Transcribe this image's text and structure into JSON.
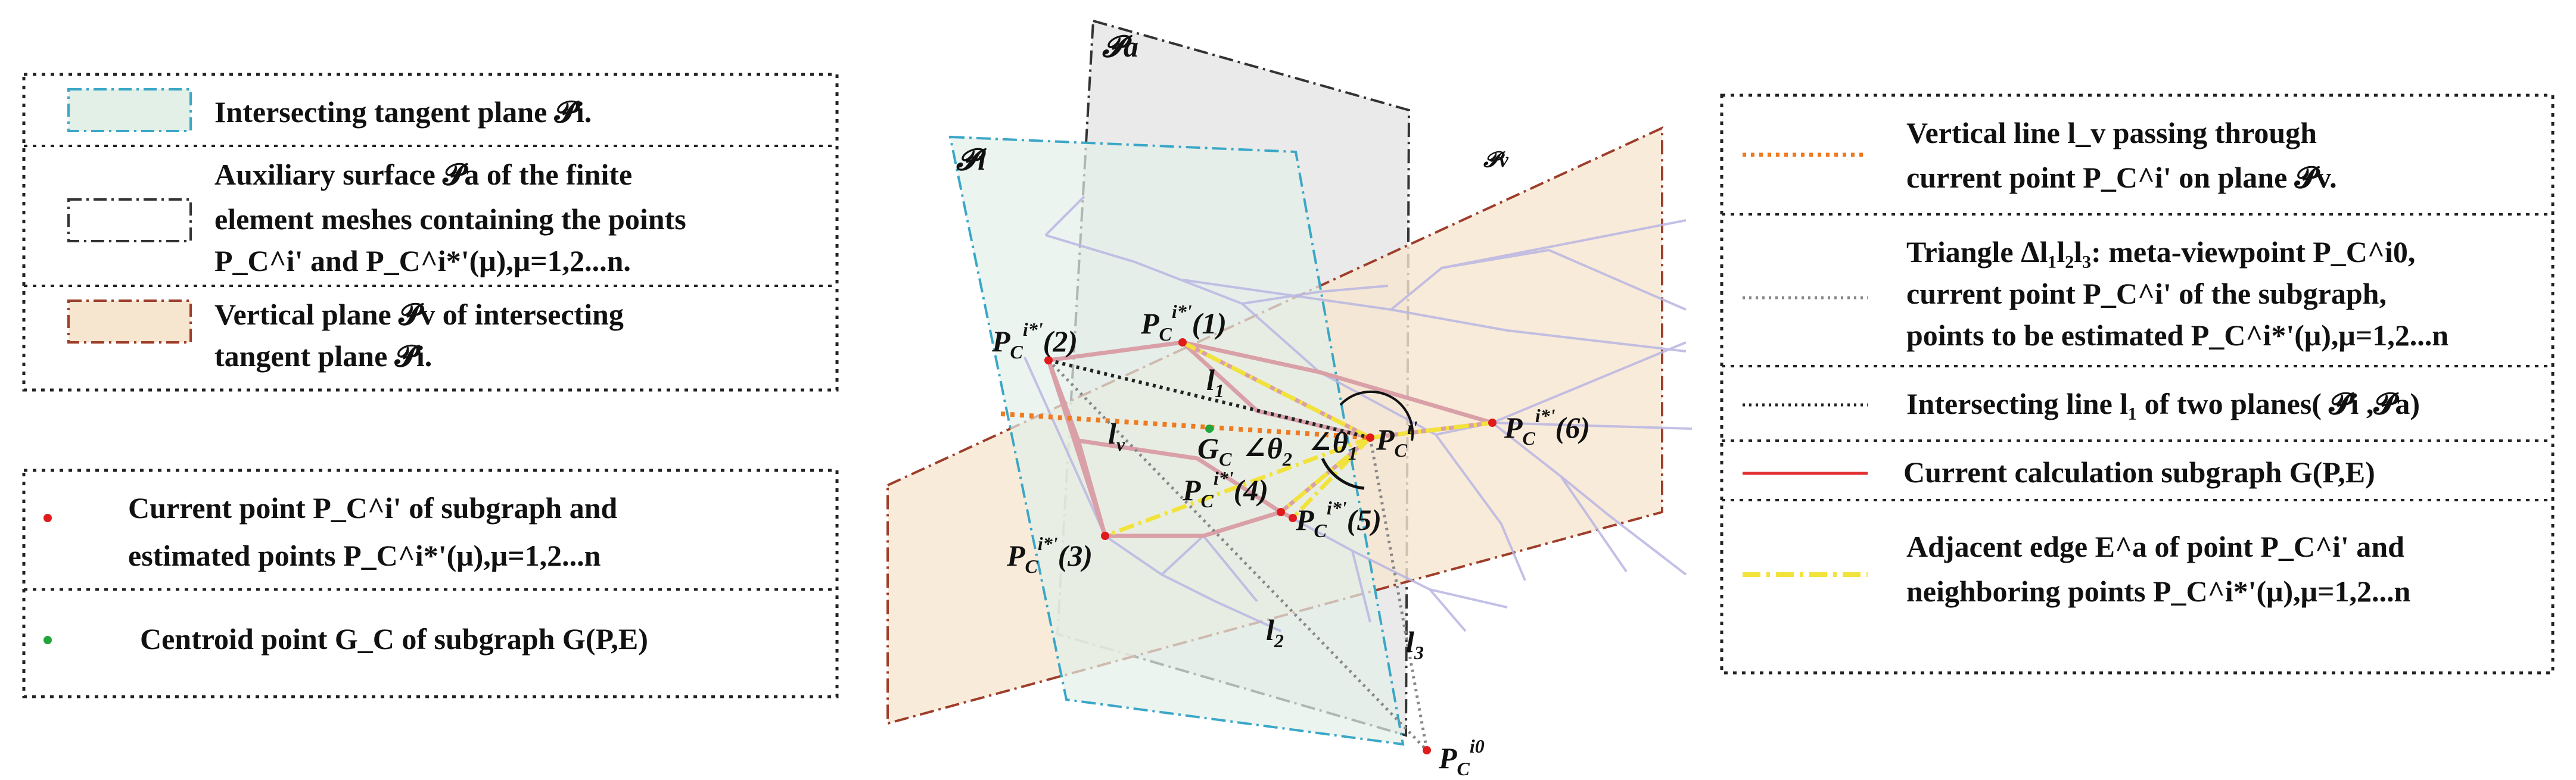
{
  "colors": {
    "tangent_fill": "#e3f0e8",
    "tangent_stroke": "#3aa7c7",
    "aux_fill": "#e6e6e6",
    "aux_stroke": "#333333",
    "vertical_fill": "#f7e6cf",
    "vertical_stroke": "#9e3d2a",
    "mesh": "#b9b6e3",
    "subgraph": "#d9a0a8",
    "current_subgraph": "#e03030",
    "adjacent": "#f2e33c",
    "vertical_line": "#f07a20",
    "triangle_line": "#888888",
    "intersect_line": "#222222",
    "point": "#e01b1b",
    "centroid": "#22a63a"
  },
  "plane_labels": {
    "pa": "𝓟a",
    "pi": "𝓟i",
    "pv": "𝓟v"
  },
  "line_labels": {
    "l1": "l",
    "l1_sub": "1",
    "l2": "l",
    "l2_sub": "2",
    "l3": "l",
    "l3_sub": "3",
    "lv": "l",
    "lv_sub": "v"
  },
  "point_labels": {
    "p1": "(1)",
    "p2": "(2)",
    "p3": "(3)",
    "p4": "(4)",
    "p5": "(5)",
    "p6": "(6)",
    "pc_base": "P",
    "pc_sub": "C",
    "sup_star": "i*'",
    "sup_cur": "i'",
    "sup_zero": "i0",
    "gc": "G",
    "gc_sub": "C",
    "theta2": "∠θ",
    "theta2_sub": "2",
    "theta1": "∠θ",
    "theta1_sub": "1"
  },
  "left_legend": {
    "item1": "Intersecting tangent plane 𝓟i.",
    "item2_line1": "Auxiliary surface 𝓟a of the finite",
    "item2_line2": "element meshes containing the points",
    "item2_line3": "P_C^i' and P_C^i*'(μ),μ=1,2...n.",
    "item3_line1": "Vertical plane  𝓟v  of intersecting",
    "item3_line2": "tangent plane 𝓟i."
  },
  "left_legend_2": {
    "item1_line1": "Current point P_C^i' of subgraph and",
    "item1_line2": "estimated points P_C^i*'(μ),μ=1,2...n",
    "item2": "Centroid point G_C  of subgraph G(P,E)"
  },
  "right_legend": {
    "item1_line1": "Vertical line l_v passing through",
    "item1_line2": "current point P_C^i' on plane  𝓟v.",
    "item2_line1": "Triangle Δl₁l₂l₃: meta-viewpoint  P_C^i0,",
    "item2_line2": "current point P_C^i' of the subgraph,",
    "item2_line3": "points to be  estimated P_C^i*'(μ),μ=1,2...n",
    "item3": "Intersecting line l₁ of two planes( 𝓟i ,𝓟a)",
    "item4": "Current calculation subgraph G(P,E)",
    "item5_line1": "Adjacent edge E^a of  point P_C^i' and",
    "item5_line2": "neighboring points P_C^i*'(μ),μ=1,2...n"
  }
}
